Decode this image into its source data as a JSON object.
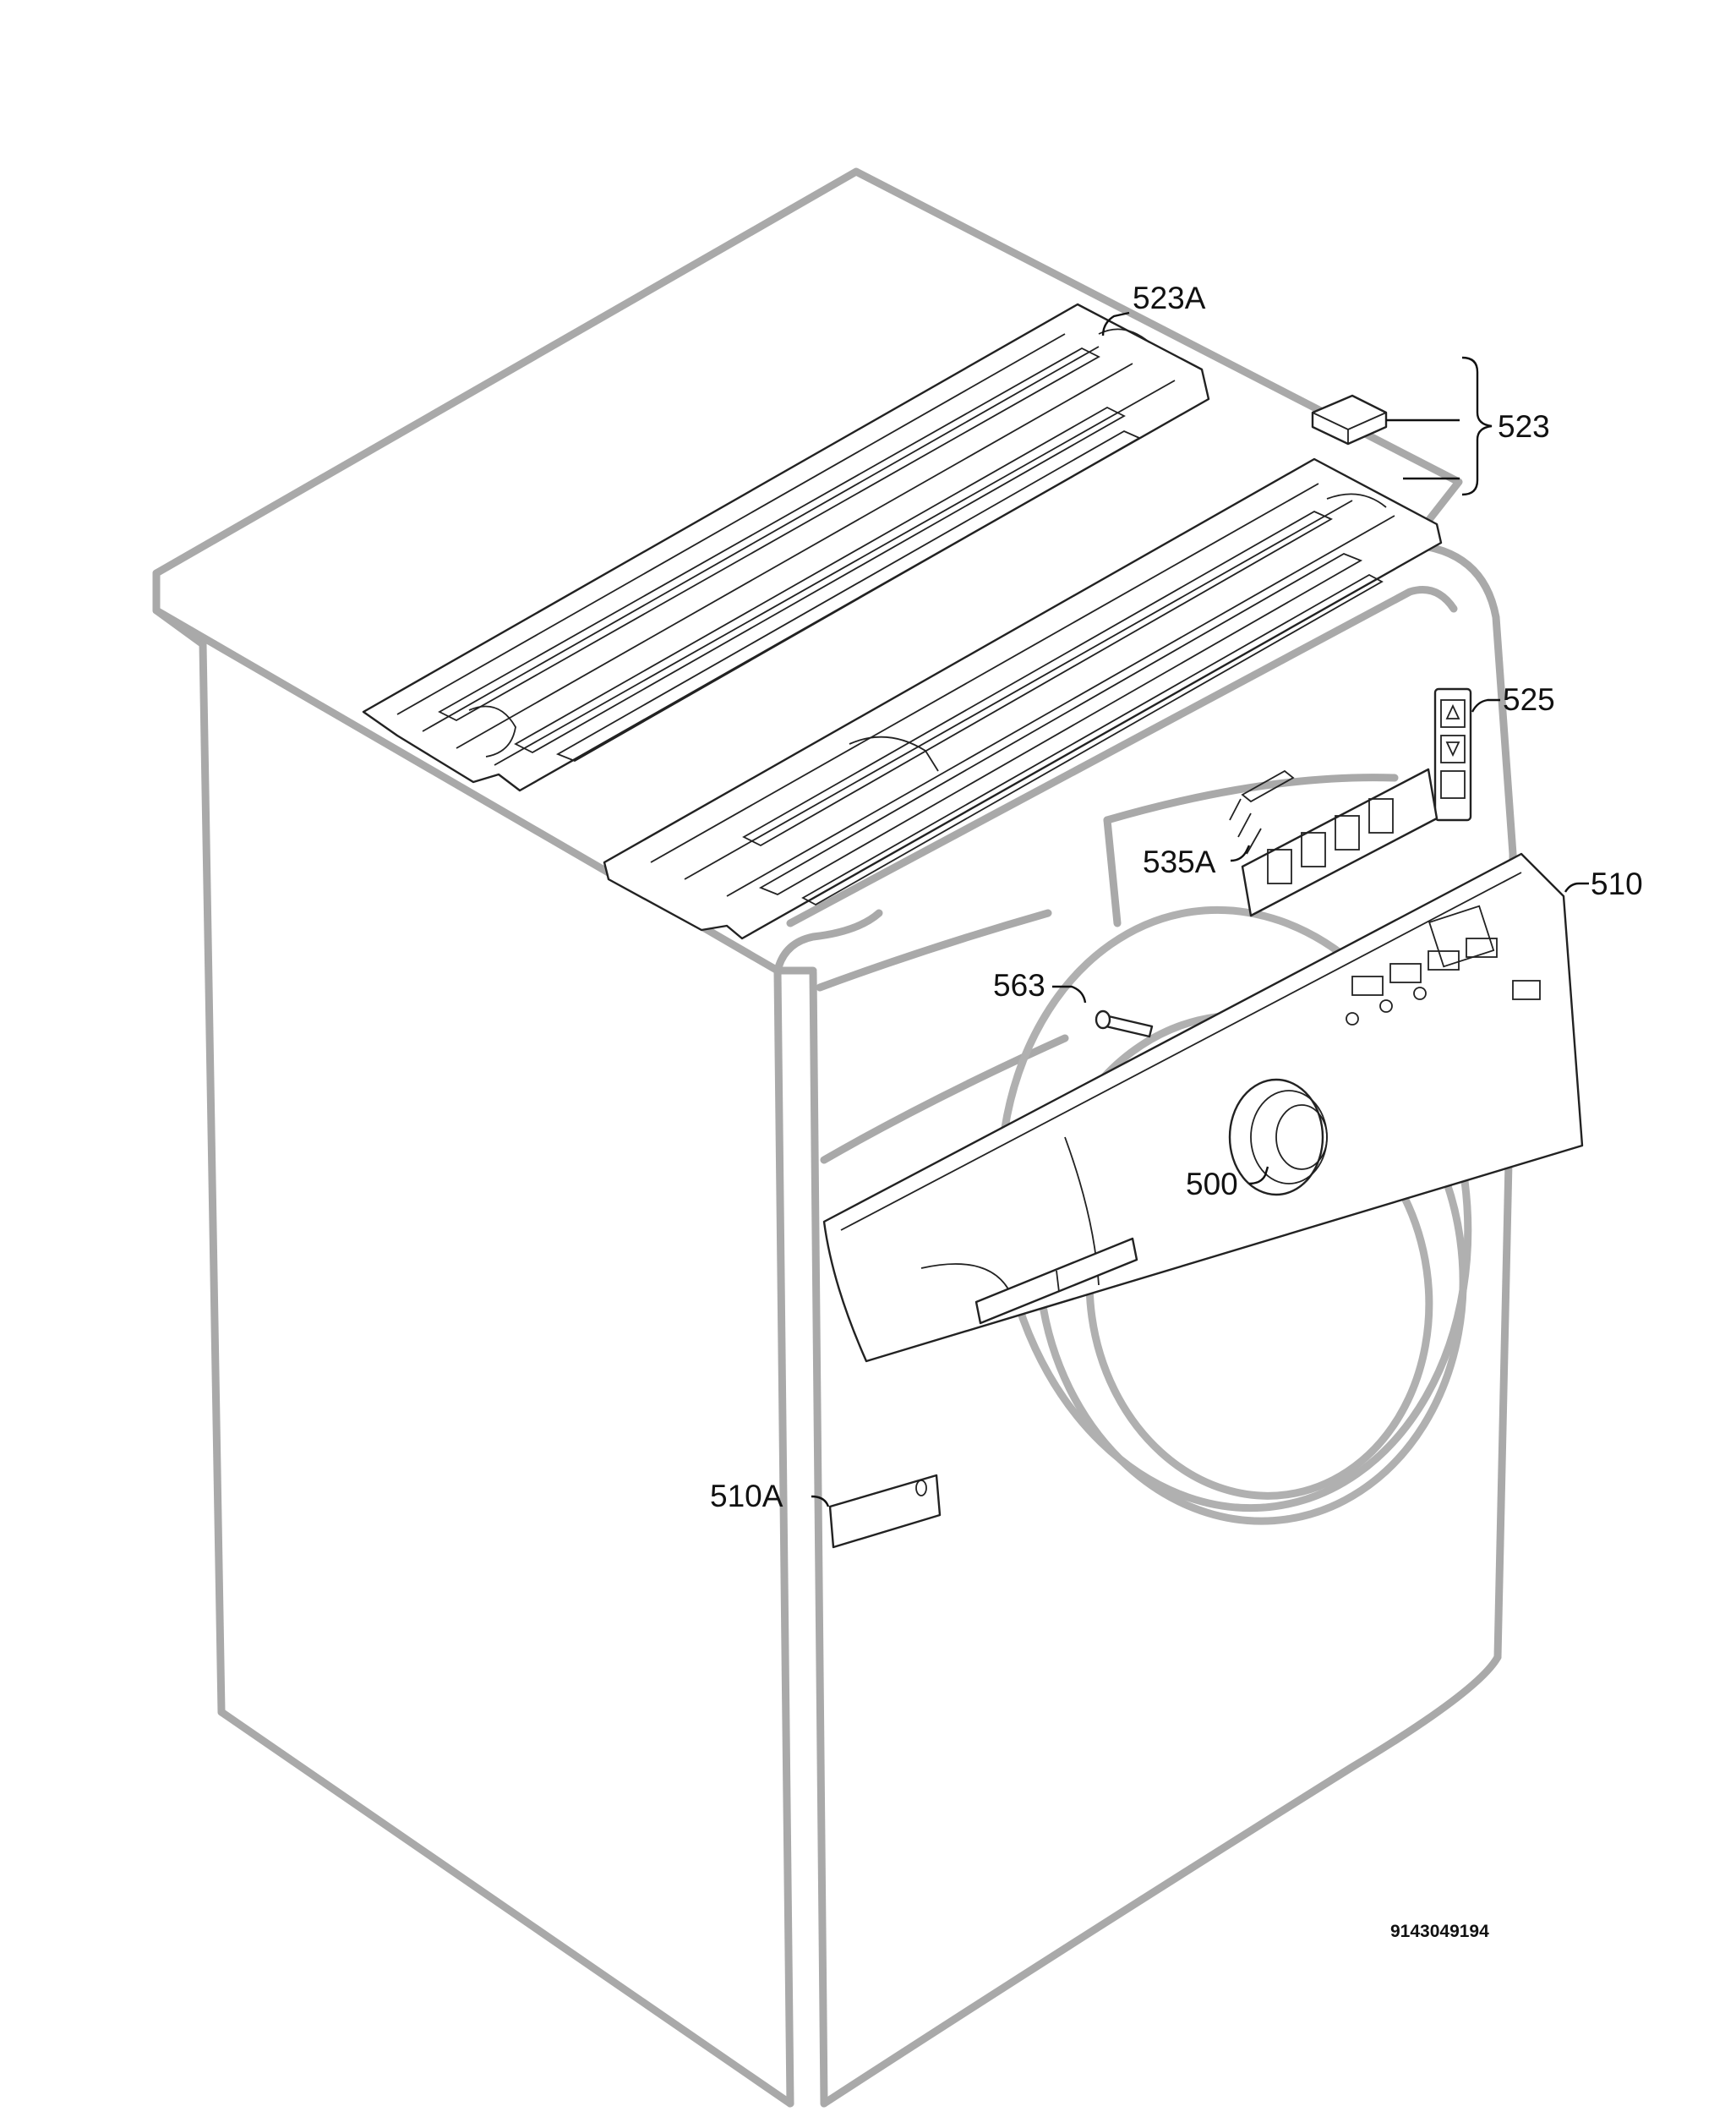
{
  "callouts": {
    "c523A": "523A",
    "c523": "523",
    "c525": "525",
    "c535A": "535A",
    "c510": "510",
    "c563": "563",
    "c500": "500",
    "c510A": "510A"
  },
  "document_id": "9143049194",
  "icons": [
    "brace-icon",
    "knob-icon",
    "display-icon"
  ],
  "colors": {
    "cabinet_outline": "#a9a9a9",
    "part_stroke": "#222222",
    "label_text": "#111111"
  }
}
